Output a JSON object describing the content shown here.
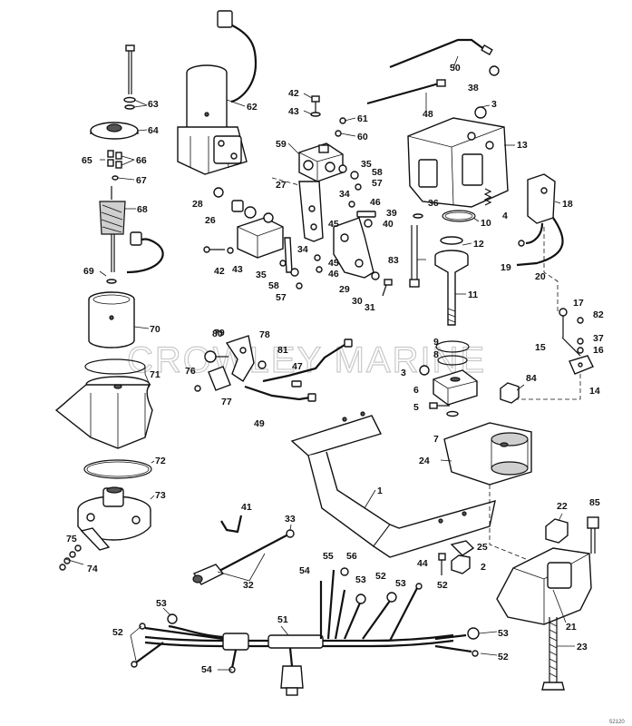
{
  "watermark": "CROWLEY MARINE",
  "corner_code": "52120",
  "labels": {
    "l1": "1",
    "l2": "2",
    "l3a": "3",
    "l3b": "3",
    "l4": "4",
    "l5": "5",
    "l6": "6",
    "l7": "7",
    "l8": "8",
    "l9": "9",
    "l10": "10",
    "l11": "11",
    "l12": "12",
    "l13": "13",
    "l14": "14",
    "l15": "15",
    "l16": "16",
    "l17": "17",
    "l18": "18",
    "l19": "19",
    "l20": "20",
    "l21": "21",
    "l22": "22",
    "l23": "23",
    "l24": "24",
    "l25": "25",
    "l26": "26",
    "l27": "27",
    "l28": "28",
    "l29": "29",
    "l30": "30",
    "l31": "31",
    "l32": "32",
    "l33": "33",
    "l34a": "34",
    "l34b": "34",
    "l35a": "35",
    "l35b": "35",
    "l36": "36",
    "l37": "37",
    "l38": "38",
    "l39": "39",
    "l40": "40",
    "l41": "41",
    "l42a": "42",
    "l42b": "42",
    "l43a": "43",
    "l43b": "43",
    "l44": "44",
    "l45a": "45",
    "l45b": "45",
    "l46a": "46",
    "l46b": "46",
    "l47": "47",
    "l48": "48",
    "l49": "49",
    "l50": "50",
    "l51": "51",
    "l52a": "52",
    "l52b": "52",
    "l52c": "52",
    "l52d": "52",
    "l53a": "53",
    "l53b": "53",
    "l53c": "53",
    "l53d": "53",
    "l54a": "54",
    "l54b": "54",
    "l55": "55",
    "l56": "56",
    "l57a": "57",
    "l57b": "57",
    "l58a": "58",
    "l58b": "58",
    "l59": "59",
    "l60": "60",
    "l61": "61",
    "l62": "62",
    "l63": "63",
    "l64": "64",
    "l65": "65",
    "l66": "66",
    "l67": "67",
    "l68": "68",
    "l69": "69",
    "l70": "70",
    "l71": "71",
    "l72": "72",
    "l73": "73",
    "l74": "74",
    "l75": "75",
    "l76": "76",
    "l77": "77",
    "l78": "78",
    "l79": "79",
    "l80": "80",
    "l81": "81",
    "l82": "82",
    "l83": "83",
    "l84": "84",
    "l85": "85"
  }
}
